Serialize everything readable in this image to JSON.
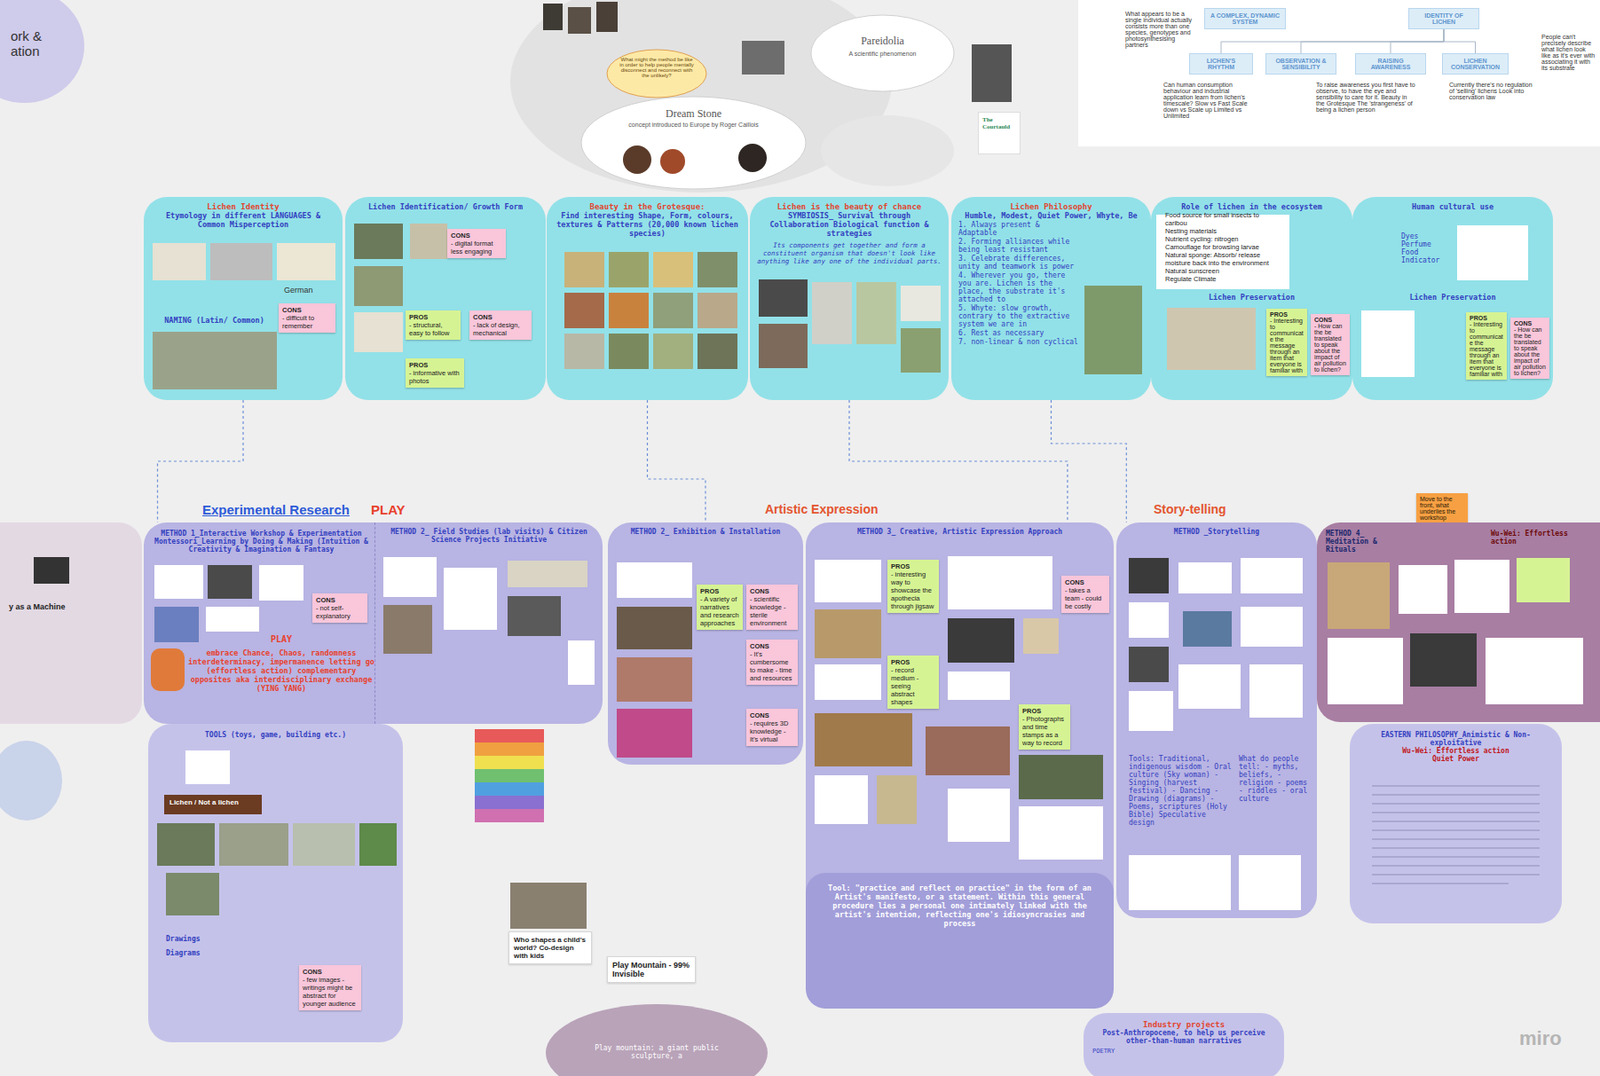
{
  "diagram": {
    "nodes": [
      {
        "text": [
          "ork & ation"
        ]
      },
      {
        "text": [
          "Pareidolia",
          "A scientific phenomenon"
        ]
      },
      {
        "text": [
          "Dream Stone",
          "concept introduced to Europe by Roger Caillois"
        ]
      },
      {
        "text": [
          "What might the method be like in order to help people mentally disconnect and reconnect with the unlikely?"
        ]
      },
      {
        "text": [
          "The Courtauld"
        ]
      },
      {
        "text": [
          "A COMPLEX, DYNAMIC SYSTEM"
        ]
      },
      {
        "text": [
          "IDENTITY OF LICHEN"
        ]
      },
      {
        "text": [
          "LICHEN'S RHYTHM"
        ]
      },
      {
        "text": [
          "OBSERVATION & SENSIBILITY"
        ]
      },
      {
        "text": [
          "RAISING AWARENESS"
        ]
      },
      {
        "text": [
          "LICHEN CONSERVATION"
        ]
      },
      {
        "text": [
          "Lichen Identity",
          "Etymology in different LANGUAGES & Common Misperception",
          "NAMING (Latin/ Common)",
          "German"
        ]
      },
      {
        "text": [
          "CONS",
          "- difficult to remember"
        ],
        "in": 11
      },
      {
        "text": [
          "Lichen Identification/ Growth Form"
        ]
      },
      {
        "text": [
          "CONS",
          "- digital format less engaging"
        ],
        "in": 13
      },
      {
        "text": [
          "PROS",
          "- structural, easy to follow"
        ],
        "in": 13
      },
      {
        "text": [
          "CONS",
          "- lack of design, mechanical"
        ],
        "in": 13
      },
      {
        "text": [
          "PROS",
          "- informative with photos"
        ],
        "in": 13
      },
      {
        "text": [
          "Beauty in the Grotesque:",
          "Find interesting Shape, Form, colours, textures & Patterns (20,000 known lichen species)"
        ]
      },
      {
        "text": [
          "Lichen is the beauty of chance",
          "SYMBIOSIS_ Survival through Collaboration Biological function & strategies",
          "Its components get together and form a constituent organism that doesn't look like anything like any one of the individual parts."
        ]
      },
      {
        "text": [
          "Lichen Philosophy",
          "Humble, Modest, Quiet Power, Whyte, Be",
          "1. Always present & Adaptable",
          "2. Forming alliances while being least resistant",
          "3. Celebrate differences, unity and teamwork is power",
          "4. Wherever you go, there you are. Lichen is the place, the substrate it's attached to",
          "5. Whyte: slow growth, contrary to the extractive system we are in",
          "6. Rest as necessary",
          "7. non-linear & non cyclical"
        ]
      },
      {
        "text": [
          "Role of lichen in the ecosystem",
          "Food source for small insects to caribou",
          "Nesting materials",
          "Nutrient cycling: nitrogen",
          "Camouflage for browsing larvae",
          "Natural sponge: Absorb/ release moisture back into the environment",
          "Natural sunscreen",
          "Regulate Climate",
          "Lichen Preservation"
        ]
      },
      {
        "text": [
          "PROS",
          "- Interesting to communicate the message through an item that everyone is familiar with"
        ],
        "in": 21
      },
      {
        "text": [
          "CONS",
          "- How can the be translated to speak about the impact of air pollution to lichen?"
        ],
        "in": 21
      },
      {
        "text": [
          "Human cultural use",
          "Dyes Perfume Food Indicator",
          "Lichen Preservation"
        ]
      },
      {
        "text": [
          "PROS",
          "- Interesting to communicate the message through an item that everyone is familiar with"
        ],
        "in": 24
      },
      {
        "text": [
          "CONS",
          "- How can the be translated to speak about the impact of air pollution to lichen?"
        ],
        "in": 24
      },
      {
        "text": [
          "Move to the front, what underlies the workshop"
        ]
      },
      {
        "text": [
          "y as a Machine"
        ]
      },
      {
        "text": [
          "METHOD 1_Interactive Workshop & Experimentation Montessori_Learning by Doing & Making (Intuition & Creativity & Imagination & Fantasy",
          "PLAY",
          "embrace Chance, Chaos, randomness interdeterminacy, impermanence letting go (effortless action) complementary opposites aka interdisciplinary exchange (YING YANG)"
        ]
      },
      {
        "text": [
          "METHOD 2_ Field Studies (lab visits) & Citizen Science Projects Initiative"
        ],
        "in": 29
      },
      {
        "text": [
          "CONS",
          "- not self-explanatory"
        ],
        "in": 29
      },
      {
        "text": [
          "METHOD 2_ Exhibition & Installation"
        ]
      },
      {
        "text": [
          "PROS",
          "- A variety of narratives and research approaches"
        ],
        "in": 32
      },
      {
        "text": [
          "CONS",
          "- scientific knowledge - sterile environment"
        ],
        "in": 32
      },
      {
        "text": [
          "CONS",
          "- It's cumbersome to make - time and resources"
        ],
        "in": 32
      },
      {
        "text": [
          "CONS",
          "- requires 3D knowledge - It's virtual"
        ],
        "in": 32
      },
      {
        "text": [
          "METHOD 3_ Creative, Artistic Expression Approach"
        ]
      },
      {
        "text": [
          "PROS",
          "- interesting way to showcase the apothecia through jigsaw"
        ],
        "in": 37
      },
      {
        "text": [
          "PROS",
          "- record medium - seeing abstract shapes"
        ],
        "in": 37
      },
      {
        "text": [
          "CONS",
          "- takes a team - could be costly"
        ],
        "in": 37
      },
      {
        "text": [
          "PROS",
          "- Photographs and time stamps as a way to record"
        ],
        "in": 37
      },
      {
        "text": [
          "Tool: \"practice and reflect on practice\" in the form of an Artist's manifesto, or a statement. Within this general procedure lies a personal one intimately linked with the artist's intention, reflecting one's idiosyncrasies and process"
        ],
        "in": 37
      },
      {
        "text": [
          "METHOD _Storytelling",
          "Tools: Traditional, indigenous wisdom - Oral culture (Sky woman) - Singing (harvest festival) - Dancing - Drawing (diagrams) - Poems, scriptures (Holy Bible) Speculative design",
          "What do people tell: - myths, beliefs, - religion - poems - riddles - oral culture"
        ]
      },
      {
        "text": [
          "METHOD 4_ Meditation & Rituals",
          "Wu-Wei: Effortless action"
        ]
      },
      {
        "text": [
          "EASTERN PHILOSOPHY_Animistic & Non-exploitative",
          "Wu-Wei: Effortless action",
          "Quiet Power"
        ]
      },
      {
        "text": [
          "TOOLS (toys, game, building etc.)",
          "Drawings",
          "Diagrams"
        ]
      },
      {
        "text": [
          "Lichen / Not a lichen"
        ],
        "in": 46
      },
      {
        "text": [
          "CONS",
          "- few images - writings might be abstract for younger audience"
        ],
        "in": 46
      },
      {
        "text": [
          "Industry projects",
          "Post-Anthropocene, to help us perceive other-than-human narratives",
          "POETRY"
        ]
      },
      {
        "text": [
          "Who shapes a child's world? Co-design with kids"
        ]
      },
      {
        "text": [
          "Play Mountain - 99% Invisible"
        ]
      },
      {
        "text": [
          "Play mountain: a giant public sculpture, a"
        ]
      }
    ],
    "edges": [
      {
        "from": 11,
        "to": 29,
        "arrow": "none"
      },
      {
        "from": 18,
        "to": 32,
        "arrow": "none"
      },
      {
        "from": 19,
        "to": 37,
        "arrow": "none"
      },
      {
        "from": 20,
        "to": 43,
        "arrow": "none"
      },
      {
        "from": 6,
        "to": 7,
        "arrow": "none"
      },
      {
        "from": 6,
        "to": 8,
        "arrow": "none"
      },
      {
        "from": 6,
        "to": 9,
        "arrow": "none"
      },
      {
        "from": 6,
        "to": 10,
        "arrow": "none"
      }
    ],
    "labels": [
      "Experimental Research",
      "PLAY",
      "Artistic Expression",
      "Story-telling",
      "What appears to be a single individual actually consists more than one species, genotypes and photosynthesising partners",
      "Can human consumption behaviour and industrial application learn from lichen's timescale? Slow vs Fast Scale down vs Scale up Limited vs Unlimited",
      "To raise awareness you first have to observe, to have the eye and sensibility to care for it. Beauty in the Grotesque The 'strangeness' of being a lichen person",
      "Currently there's no regulation of 'selling' lichens Look into conservation law",
      "People can't precisely describe what lichen look like as it's ever with associating it with its substrate",
      "miro"
    ]
  }
}
